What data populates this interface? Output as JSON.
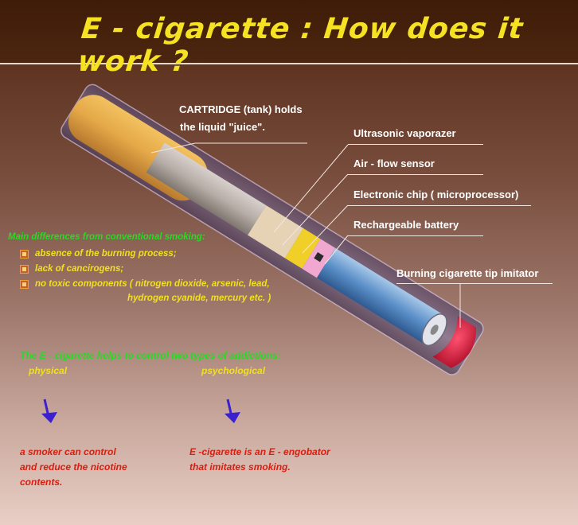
{
  "title": "E - cigarette : How does it work ?",
  "labels": {
    "cartridge_line1": "CARTRIDGE (tank) holds",
    "cartridge_line2": "the  liquid  \"juice\".",
    "vaporizer": "Ultrasonic vaporazer",
    "airflow": "Air - flow sensor",
    "chip": "Electronic chip ( microprocessor)",
    "battery": "Rechargeable battery",
    "tip": "Burning cigarette tip imitator"
  },
  "differences": {
    "heading": "Main differences from conventional smoking:",
    "items": [
      "absence of the burning process;",
      "lack of cancirogens;",
      "no toxic components ( nitrogen dioxide, arsenic, lead,"
    ],
    "item3_cont": "hydrogen cyanide, mercury etc. )"
  },
  "addictions": {
    "heading": "The  E - cigarette  helps to control  two types of  addictions:",
    "physical": "physical",
    "psychological": "psychological",
    "physical_desc": [
      "a smoker can control",
      "and reduce the nicotine",
      "contents."
    ],
    "psychological_desc": [
      "E -cigarette is  an  E - engobator",
      " that imitates smoking."
    ]
  }
}
